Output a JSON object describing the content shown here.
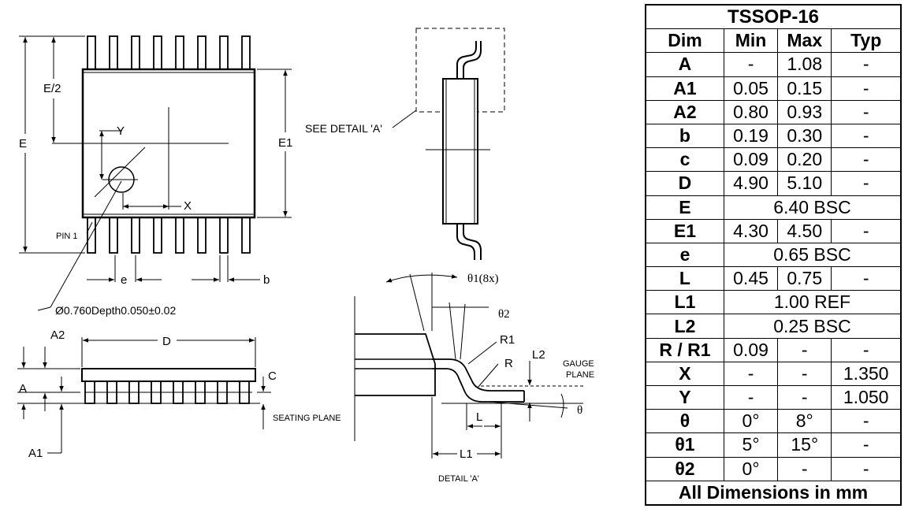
{
  "labels": {
    "e_half": "E/2",
    "e": "E",
    "e1": "E1",
    "y": "Y",
    "x": "X",
    "pin1": "PIN 1",
    "lead_pitch": "e",
    "lead_width": "b",
    "hole_note": "Ø0.760Depth0.050±0.02",
    "see_detail": "SEE DETAIL 'A'",
    "a2": "A2",
    "d": "D",
    "c": "C",
    "a": "A",
    "a1": "A1",
    "seating_plane": "SEATING PLANE",
    "theta1": "θ1(8x)",
    "theta2": "θ2",
    "r1": "R1",
    "r": "R",
    "l2": "L2",
    "gauge_plane_1": "GAUGE",
    "gauge_plane_2": "PLANE",
    "theta": "θ",
    "l": "L",
    "l1": "L1",
    "detail_a": "DETAIL 'A'"
  },
  "table": {
    "title": "TSSOP-16",
    "headers": [
      "Dim",
      "Min",
      "Max",
      "Typ"
    ],
    "rows": [
      {
        "dim": "A",
        "min": "-",
        "max": "1.08",
        "typ": "-"
      },
      {
        "dim": "A1",
        "min": "0.05",
        "max": "0.15",
        "typ": "-"
      },
      {
        "dim": "A2",
        "min": "0.80",
        "max": "0.93",
        "typ": "-"
      },
      {
        "dim": "b",
        "min": "0.19",
        "max": "0.30",
        "typ": "-"
      },
      {
        "dim": "c",
        "min": "0.09",
        "max": "0.20",
        "typ": "-"
      },
      {
        "dim": "D",
        "min": "4.90",
        "max": "5.10",
        "typ": "-"
      },
      {
        "dim": "E",
        "span": "6.40 BSC"
      },
      {
        "dim": "E1",
        "min": "4.30",
        "max": "4.50",
        "typ": "-"
      },
      {
        "dim": "e",
        "span": "0.65 BSC"
      },
      {
        "dim": "L",
        "min": "0.45",
        "max": "0.75",
        "typ": "-"
      },
      {
        "dim": "L1",
        "span": "1.00  REF"
      },
      {
        "dim": "L2",
        "span": "0.25 BSC"
      },
      {
        "dim": "R / R1",
        "min": "0.09",
        "max": "-",
        "typ": "-"
      },
      {
        "dim": "X",
        "min": "-",
        "max": "-",
        "typ": "1.350"
      },
      {
        "dim": "Y",
        "min": "-",
        "max": "-",
        "typ": "1.050"
      },
      {
        "dim": "θ",
        "min": "0°",
        "max": "8°",
        "typ": "-"
      },
      {
        "dim": "θ1",
        "min": "5°",
        "max": "15°",
        "typ": "-"
      },
      {
        "dim": "θ2",
        "min": "0°",
        "max": "-",
        "typ": "-"
      }
    ],
    "footer": "All Dimensions in mm"
  }
}
